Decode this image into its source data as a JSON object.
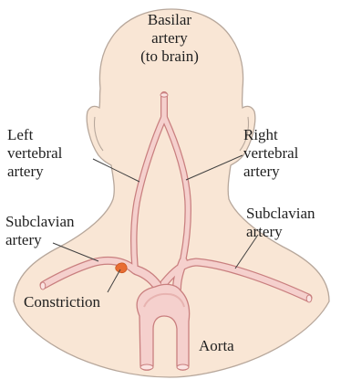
{
  "diagram": {
    "labels": {
      "basilar": [
        "Basilar",
        "artery",
        "(to brain)"
      ],
      "left_vertebral": [
        "Left",
        "vertebral",
        "artery"
      ],
      "right_vertebral": [
        "Right",
        "vertebral",
        "artery"
      ],
      "subclavian_left": [
        "Subclavian",
        "artery"
      ],
      "subclavian_right": [
        "Subclavian",
        "artery"
      ],
      "constriction": "Constriction",
      "aorta": "Aorta"
    },
    "colors": {
      "skin": "#f9e6d5",
      "skin_outline": "#b7a79b",
      "artery_fill": "#f5d0cd",
      "artery_outline": "#c97f7f",
      "constriction": "#e86d34",
      "leader": "#404040",
      "text": "#1f1f1f"
    }
  }
}
